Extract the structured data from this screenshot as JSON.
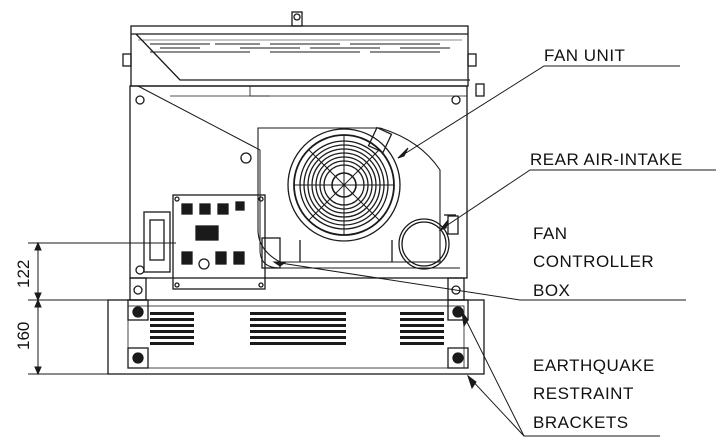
{
  "labels": {
    "fan_unit": "FAN UNIT",
    "rear_air_intake": "REAR AIR-INTAKE",
    "fan_controller_box": [
      "FAN",
      "CONTROLLER",
      "BOX"
    ],
    "earthquake_brackets": [
      "EARTHQUAKE",
      "RESTRAINT",
      "BRACKETS"
    ]
  },
  "dimensions": {
    "upper": "122",
    "lower": "160"
  },
  "colors": {
    "line": "#1a1a1a",
    "background": "#ffffff"
  }
}
